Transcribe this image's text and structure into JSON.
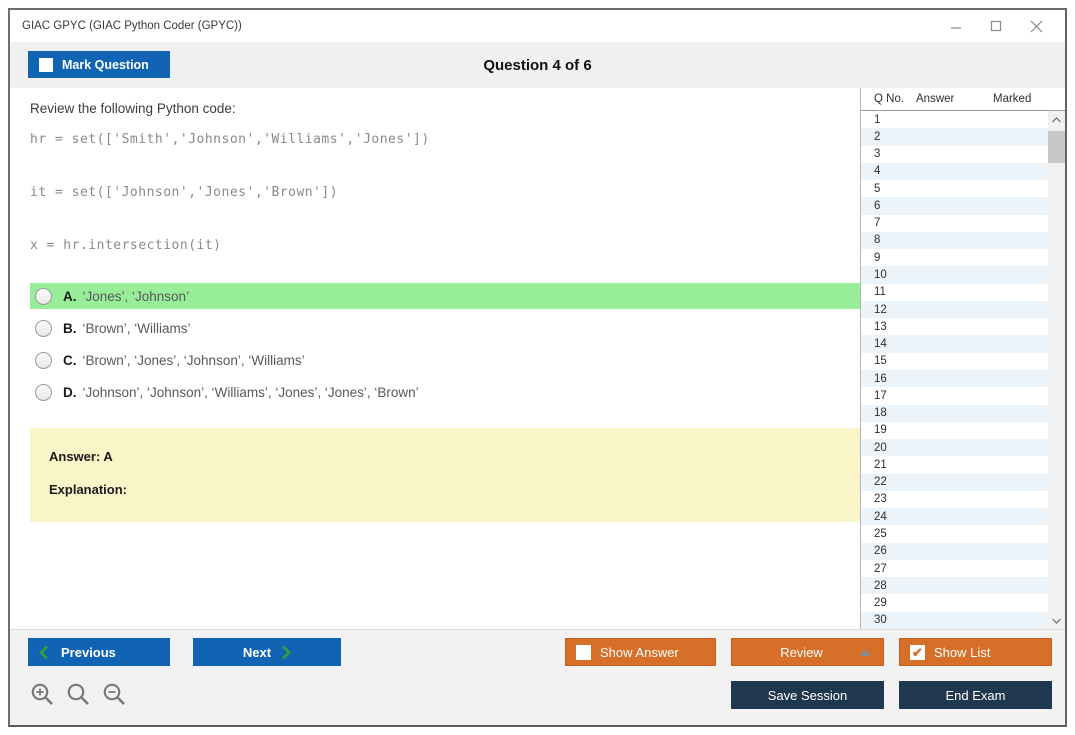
{
  "window": {
    "title": "GIAC GPYC (GIAC Python Coder (GPYC))",
    "controls": {
      "minimize": "minimize-icon",
      "maximize": "maximize-icon",
      "close": "close-icon"
    }
  },
  "header": {
    "mark_question_label": "Mark Question",
    "mark_question_checked": false,
    "question_title": "Question 4 of 6"
  },
  "question": {
    "prompt": "Review the following Python code:",
    "code_lines": [
      "hr = set(['Smith','Johnson','Williams','Jones'])",
      "it = set(['Johnson','Jones','Brown'])",
      "x = hr.intersection(it)"
    ]
  },
  "options": [
    {
      "letter": "A.",
      "text": "‘Jones’, ‘Johnson’",
      "highlighted": true
    },
    {
      "letter": "B.",
      "text": "‘Brown’, ‘Williams’",
      "highlighted": false
    },
    {
      "letter": "C.",
      "text": "‘Brown’, ‘Jones’, ‘Johnson’, ‘Williams’",
      "highlighted": false
    },
    {
      "letter": "D.",
      "text": "‘Johnson’, ‘Johnson’, ‘Williams’, ‘Jones’, ‘Jones’, ‘Brown’",
      "highlighted": false
    }
  ],
  "answer_box": {
    "answer_line": "Answer: A",
    "explanation_line": "Explanation:"
  },
  "question_list": {
    "headers": {
      "q_no": "Q No.",
      "answer": "Answer",
      "marked": "Marked"
    },
    "rows": [
      {
        "q": "1",
        "answer": "",
        "marked": ""
      },
      {
        "q": "2",
        "answer": "",
        "marked": ""
      },
      {
        "q": "3",
        "answer": "",
        "marked": ""
      },
      {
        "q": "4",
        "answer": "",
        "marked": ""
      },
      {
        "q": "5",
        "answer": "",
        "marked": ""
      },
      {
        "q": "6",
        "answer": "",
        "marked": ""
      },
      {
        "q": "7",
        "answer": "",
        "marked": ""
      },
      {
        "q": "8",
        "answer": "",
        "marked": ""
      },
      {
        "q": "9",
        "answer": "",
        "marked": ""
      },
      {
        "q": "10",
        "answer": "",
        "marked": ""
      },
      {
        "q": "11",
        "answer": "",
        "marked": ""
      },
      {
        "q": "12",
        "answer": "",
        "marked": ""
      },
      {
        "q": "13",
        "answer": "",
        "marked": ""
      },
      {
        "q": "14",
        "answer": "",
        "marked": ""
      },
      {
        "q": "15",
        "answer": "",
        "marked": ""
      },
      {
        "q": "16",
        "answer": "",
        "marked": ""
      },
      {
        "q": "17",
        "answer": "",
        "marked": ""
      },
      {
        "q": "18",
        "answer": "",
        "marked": ""
      },
      {
        "q": "19",
        "answer": "",
        "marked": ""
      },
      {
        "q": "20",
        "answer": "",
        "marked": ""
      },
      {
        "q": "21",
        "answer": "",
        "marked": ""
      },
      {
        "q": "22",
        "answer": "",
        "marked": ""
      },
      {
        "q": "23",
        "answer": "",
        "marked": ""
      },
      {
        "q": "24",
        "answer": "",
        "marked": ""
      },
      {
        "q": "25",
        "answer": "",
        "marked": ""
      },
      {
        "q": "26",
        "answer": "",
        "marked": ""
      },
      {
        "q": "27",
        "answer": "",
        "marked": ""
      },
      {
        "q": "28",
        "answer": "",
        "marked": ""
      },
      {
        "q": "29",
        "answer": "",
        "marked": ""
      },
      {
        "q": "30",
        "answer": "",
        "marked": ""
      }
    ]
  },
  "footer": {
    "previous_label": "Previous",
    "next_label": "Next",
    "show_answer_label": "Show Answer",
    "show_answer_checked": false,
    "review_label": "Review",
    "show_list_label": "Show List",
    "show_list_checked": true,
    "show_list_check_glyph": "✔",
    "save_session_label": "Save Session",
    "end_exam_label": "End Exam"
  },
  "icons": {
    "prev_chevron": "chevron-left-icon",
    "next_chevron": "chevron-right-icon",
    "review_dropdown": "triangle-up-icon",
    "zoom_in": "zoom-in-icon",
    "zoom_reset": "zoom-icon",
    "zoom_out": "zoom-out-icon",
    "list_scroll_up": "scroll-up-icon",
    "list_scroll_down": "scroll-down-icon"
  },
  "colors": {
    "accent_blue": "#1164b4",
    "accent_orange": "#d66f28",
    "accent_navy": "#1f3850",
    "highlight_green": "#98ee98",
    "answer_yellow": "#faf5c9",
    "alt_row_blue": "#ecf3f9",
    "chevron_green": "#2fa52f"
  }
}
